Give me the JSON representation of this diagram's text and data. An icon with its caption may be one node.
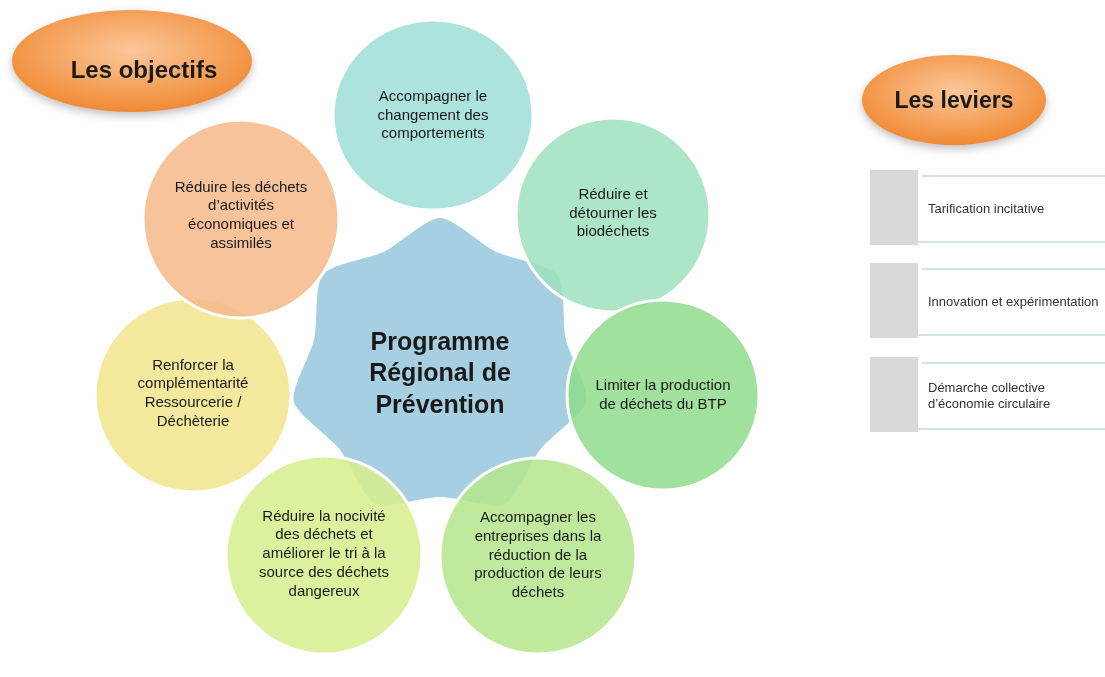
{
  "diagram": {
    "nodes": [
      {
        "text": [
          "Les objectifs"
        ]
      },
      {
        "text": [
          "Programme Régional de Prévention"
        ]
      },
      {
        "text": [
          "Accompagner le changement des comportements"
        ]
      },
      {
        "text": [
          "Réduire et détourner les biodéchets"
        ]
      },
      {
        "text": [
          "Limiter la production de déchets du BTP"
        ]
      },
      {
        "text": [
          "Accompagner les entreprises dans la réduction de la production de leurs déchets"
        ]
      },
      {
        "text": [
          "Réduire la nocivité des déchets et améliorer le tri à la source des déchets dangereux"
        ]
      },
      {
        "text": [
          "Renforcer la complémentarité Ressourcerie / Déchèterie"
        ]
      },
      {
        "text": [
          "Réduire les déchets d’activités économiques et assimilés"
        ]
      },
      {
        "text": [
          "Les leviers"
        ]
      },
      {
        "text": [
          "Tarification incitative"
        ]
      },
      {
        "text": [
          "Innovation et expérimentation"
        ]
      },
      {
        "text": [
          "Démarche collective d’économie circulaire"
        ]
      }
    ]
  }
}
